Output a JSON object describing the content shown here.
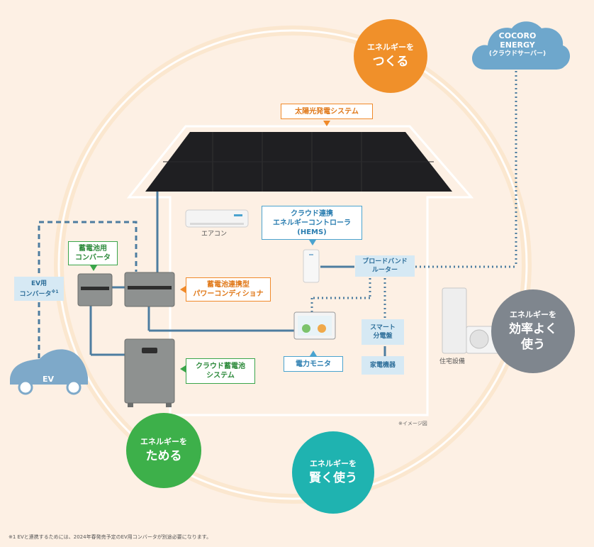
{
  "cloud": {
    "line1": "COCORO",
    "line2": "ENERGY",
    "line3": "(クラウドサーバー)"
  },
  "circles": {
    "create": {
      "small": "エネルギーを",
      "big": "つくる",
      "color": "#f0902a"
    },
    "store": {
      "small": "エネルギーを",
      "big": "ためる",
      "color": "#3db04a"
    },
    "smart": {
      "small": "エネルギーを",
      "big": "賢く使う",
      "color": "#1fb3b0"
    },
    "efficient": {
      "small": "エネルギーを",
      "big1": "効率よく",
      "big2": "使う",
      "color": "#7f868e"
    }
  },
  "labels": {
    "solar": "太陽光発電システム",
    "aircon": "エアコン",
    "hems_l1": "クラウド連携",
    "hems_l2": "エネルギーコントローラ",
    "hems_l3": "(HEMS)",
    "router_l1": "ブロードバンド",
    "router_l2": "ルーター",
    "battery_conv_l1": "蓄電池用",
    "battery_conv_l2": "コンバータ",
    "ev_conv_l1": "EV用",
    "ev_conv_l2": "コンバータ",
    "ev_conv_note": "※1",
    "pcs_l1": "蓄電池連携型",
    "pcs_l2": "パワーコンディショナ",
    "smart_panel_l1": "スマート",
    "smart_panel_l2": "分電盤",
    "appliances": "家電機器",
    "monitor": "電力モニタ",
    "cloud_battery_l1": "クラウド蓄電池",
    "cloud_battery_l2": "システム",
    "housing_equipment": "住宅設備",
    "ev": "EV",
    "image_note": "※イメージ図",
    "footnote": "※1 EVと連携するためには、2024年春発売予定のEV用コンバータが別途必要になります。"
  }
}
